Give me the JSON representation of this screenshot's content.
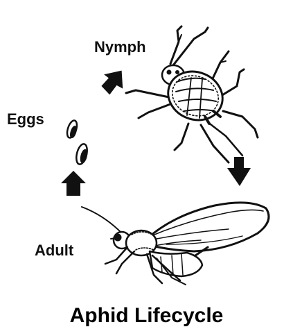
{
  "title": "Aphid Lifecycle",
  "stages": {
    "nymph": "Nymph",
    "eggs": "Eggs",
    "adult": "Adult"
  },
  "colors": {
    "ink": "#111111",
    "fill": "#ffffff"
  }
}
